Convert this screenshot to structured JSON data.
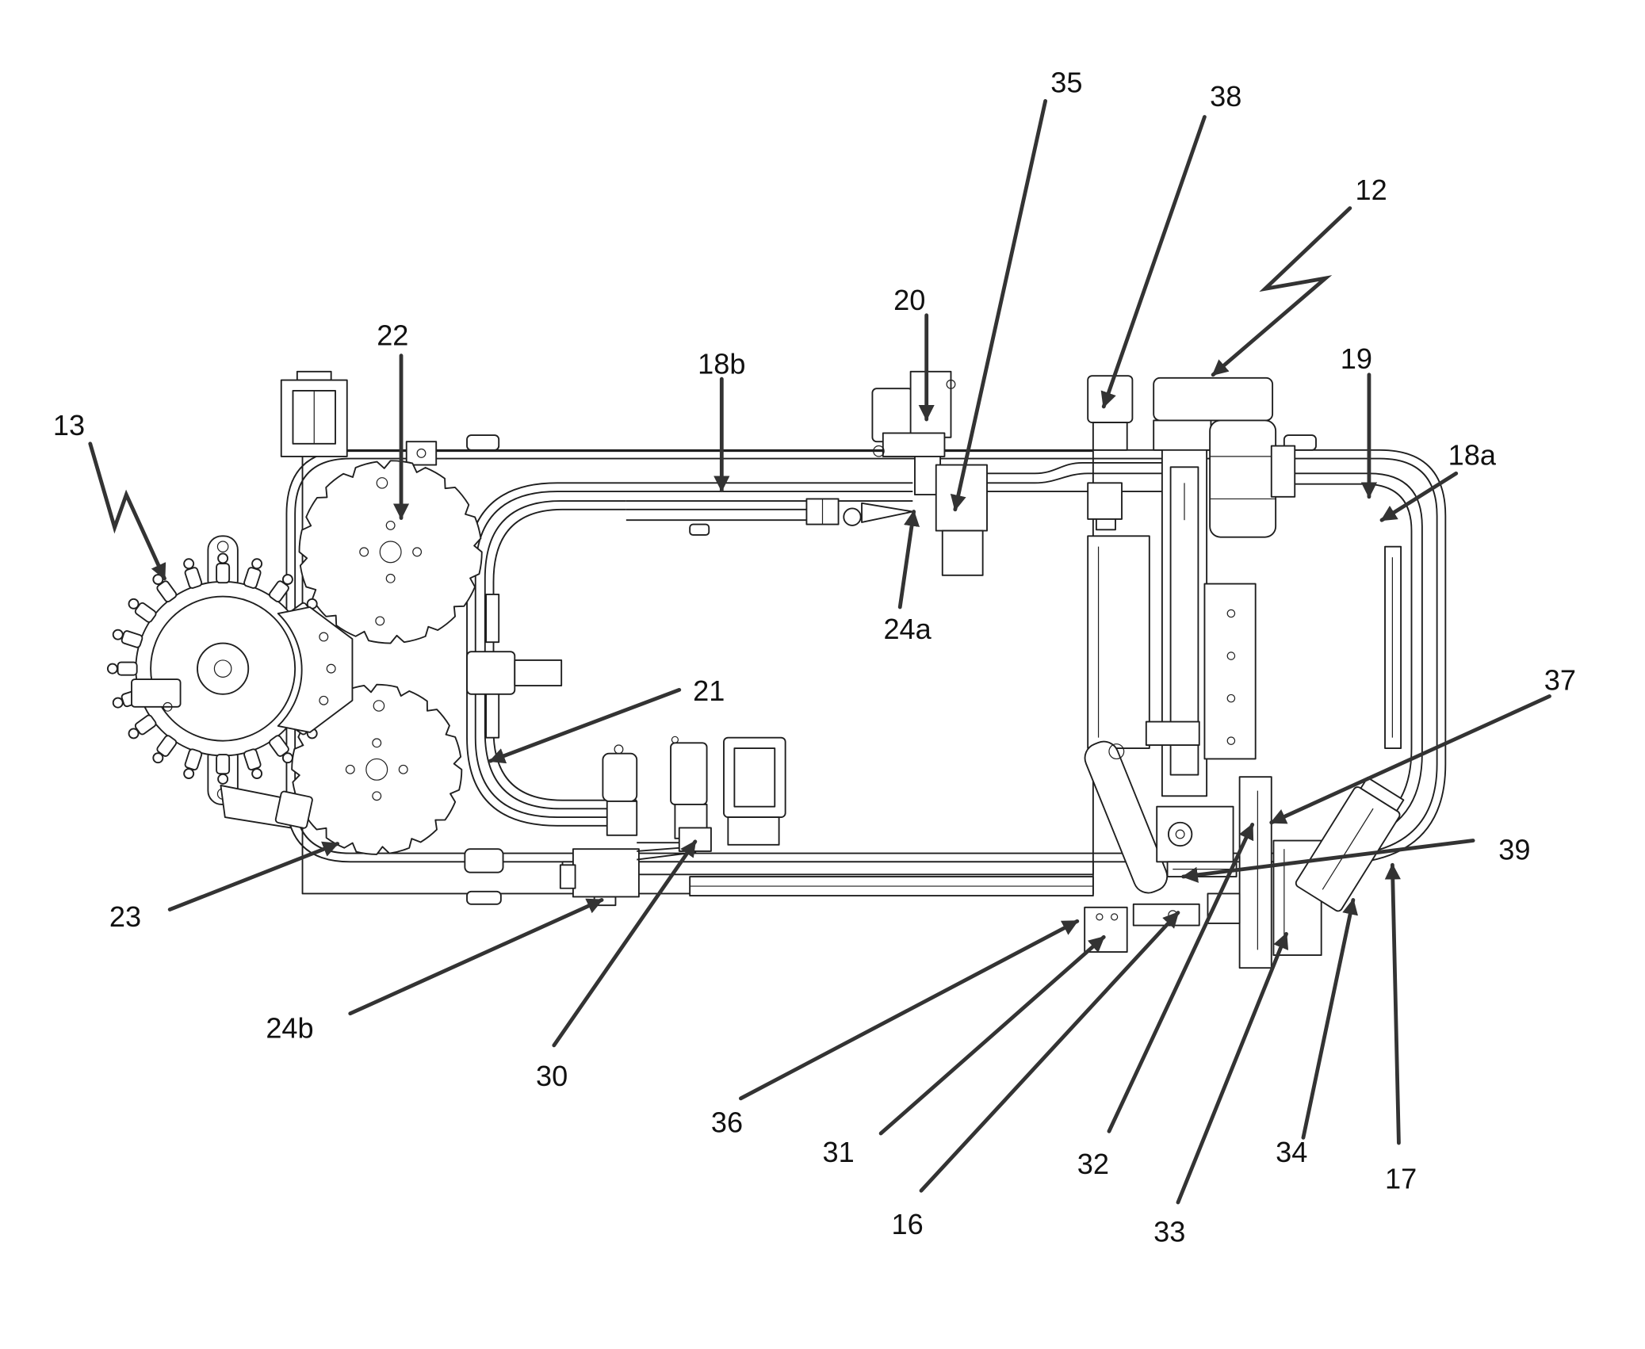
{
  "figure": {
    "reference_numerals": [
      "13",
      "22",
      "18b",
      "20",
      "35",
      "38",
      "12",
      "19",
      "18a",
      "24a",
      "21",
      "37",
      "39",
      "23",
      "24b",
      "30",
      "36",
      "31",
      "32",
      "34",
      "17",
      "16",
      "33"
    ]
  },
  "colors": {
    "ink": "#1f1f1f",
    "leader": "#333333",
    "background": "#ffffff"
  }
}
